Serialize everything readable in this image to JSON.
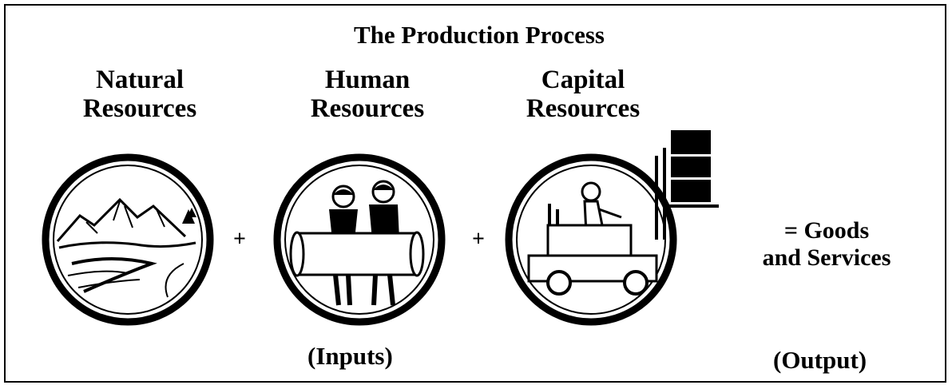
{
  "title": "The Production Process",
  "resources": [
    {
      "line1": "Natural",
      "line2": "Resources"
    },
    {
      "line1": "Human",
      "line2": "Resources"
    },
    {
      "line1": "Capital",
      "line2": "Resources"
    }
  ],
  "operators": {
    "plus": "+"
  },
  "output": {
    "line1": "= Goods",
    "line2": "and Services"
  },
  "captions": {
    "inputs": "(Inputs)",
    "output": "(Output)"
  }
}
